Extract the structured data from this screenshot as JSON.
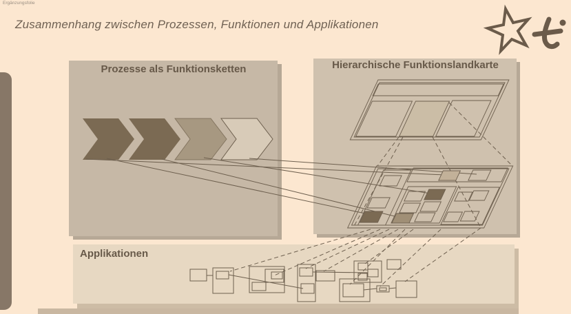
{
  "meta": {
    "slide_tag": "Ergänzungsfolie"
  },
  "title": "Zusammenhang zwischen Prozessen, Funktionen und Applikationen",
  "panels": {
    "processes": {
      "title": "Prozesse als Funktionsketten",
      "chevron_count": 4
    },
    "function_map": {
      "title": "Hierarchische Funktionslandkarte"
    },
    "applications": {
      "title": "Applikationen"
    }
  },
  "logo": {
    "icons": [
      "star-icon",
      "ti-glyph-icon"
    ]
  },
  "colors": {
    "page_bg": "#fce7d0",
    "panel_left": "#c6b8a6",
    "panel_right": "#cfc1ae",
    "app_panel": "#e7d8c2",
    "chevron_dark": "#7b6a53",
    "chevron_mid": "#a79881",
    "chevron_light": "#d8cbb8",
    "line": "#6d5f4e",
    "box_dark": "#7b6a53",
    "box_mid": "#a08f76",
    "box_shade": "#c2b199",
    "accent_bar": "#877767",
    "title_color": "#6f6153"
  }
}
